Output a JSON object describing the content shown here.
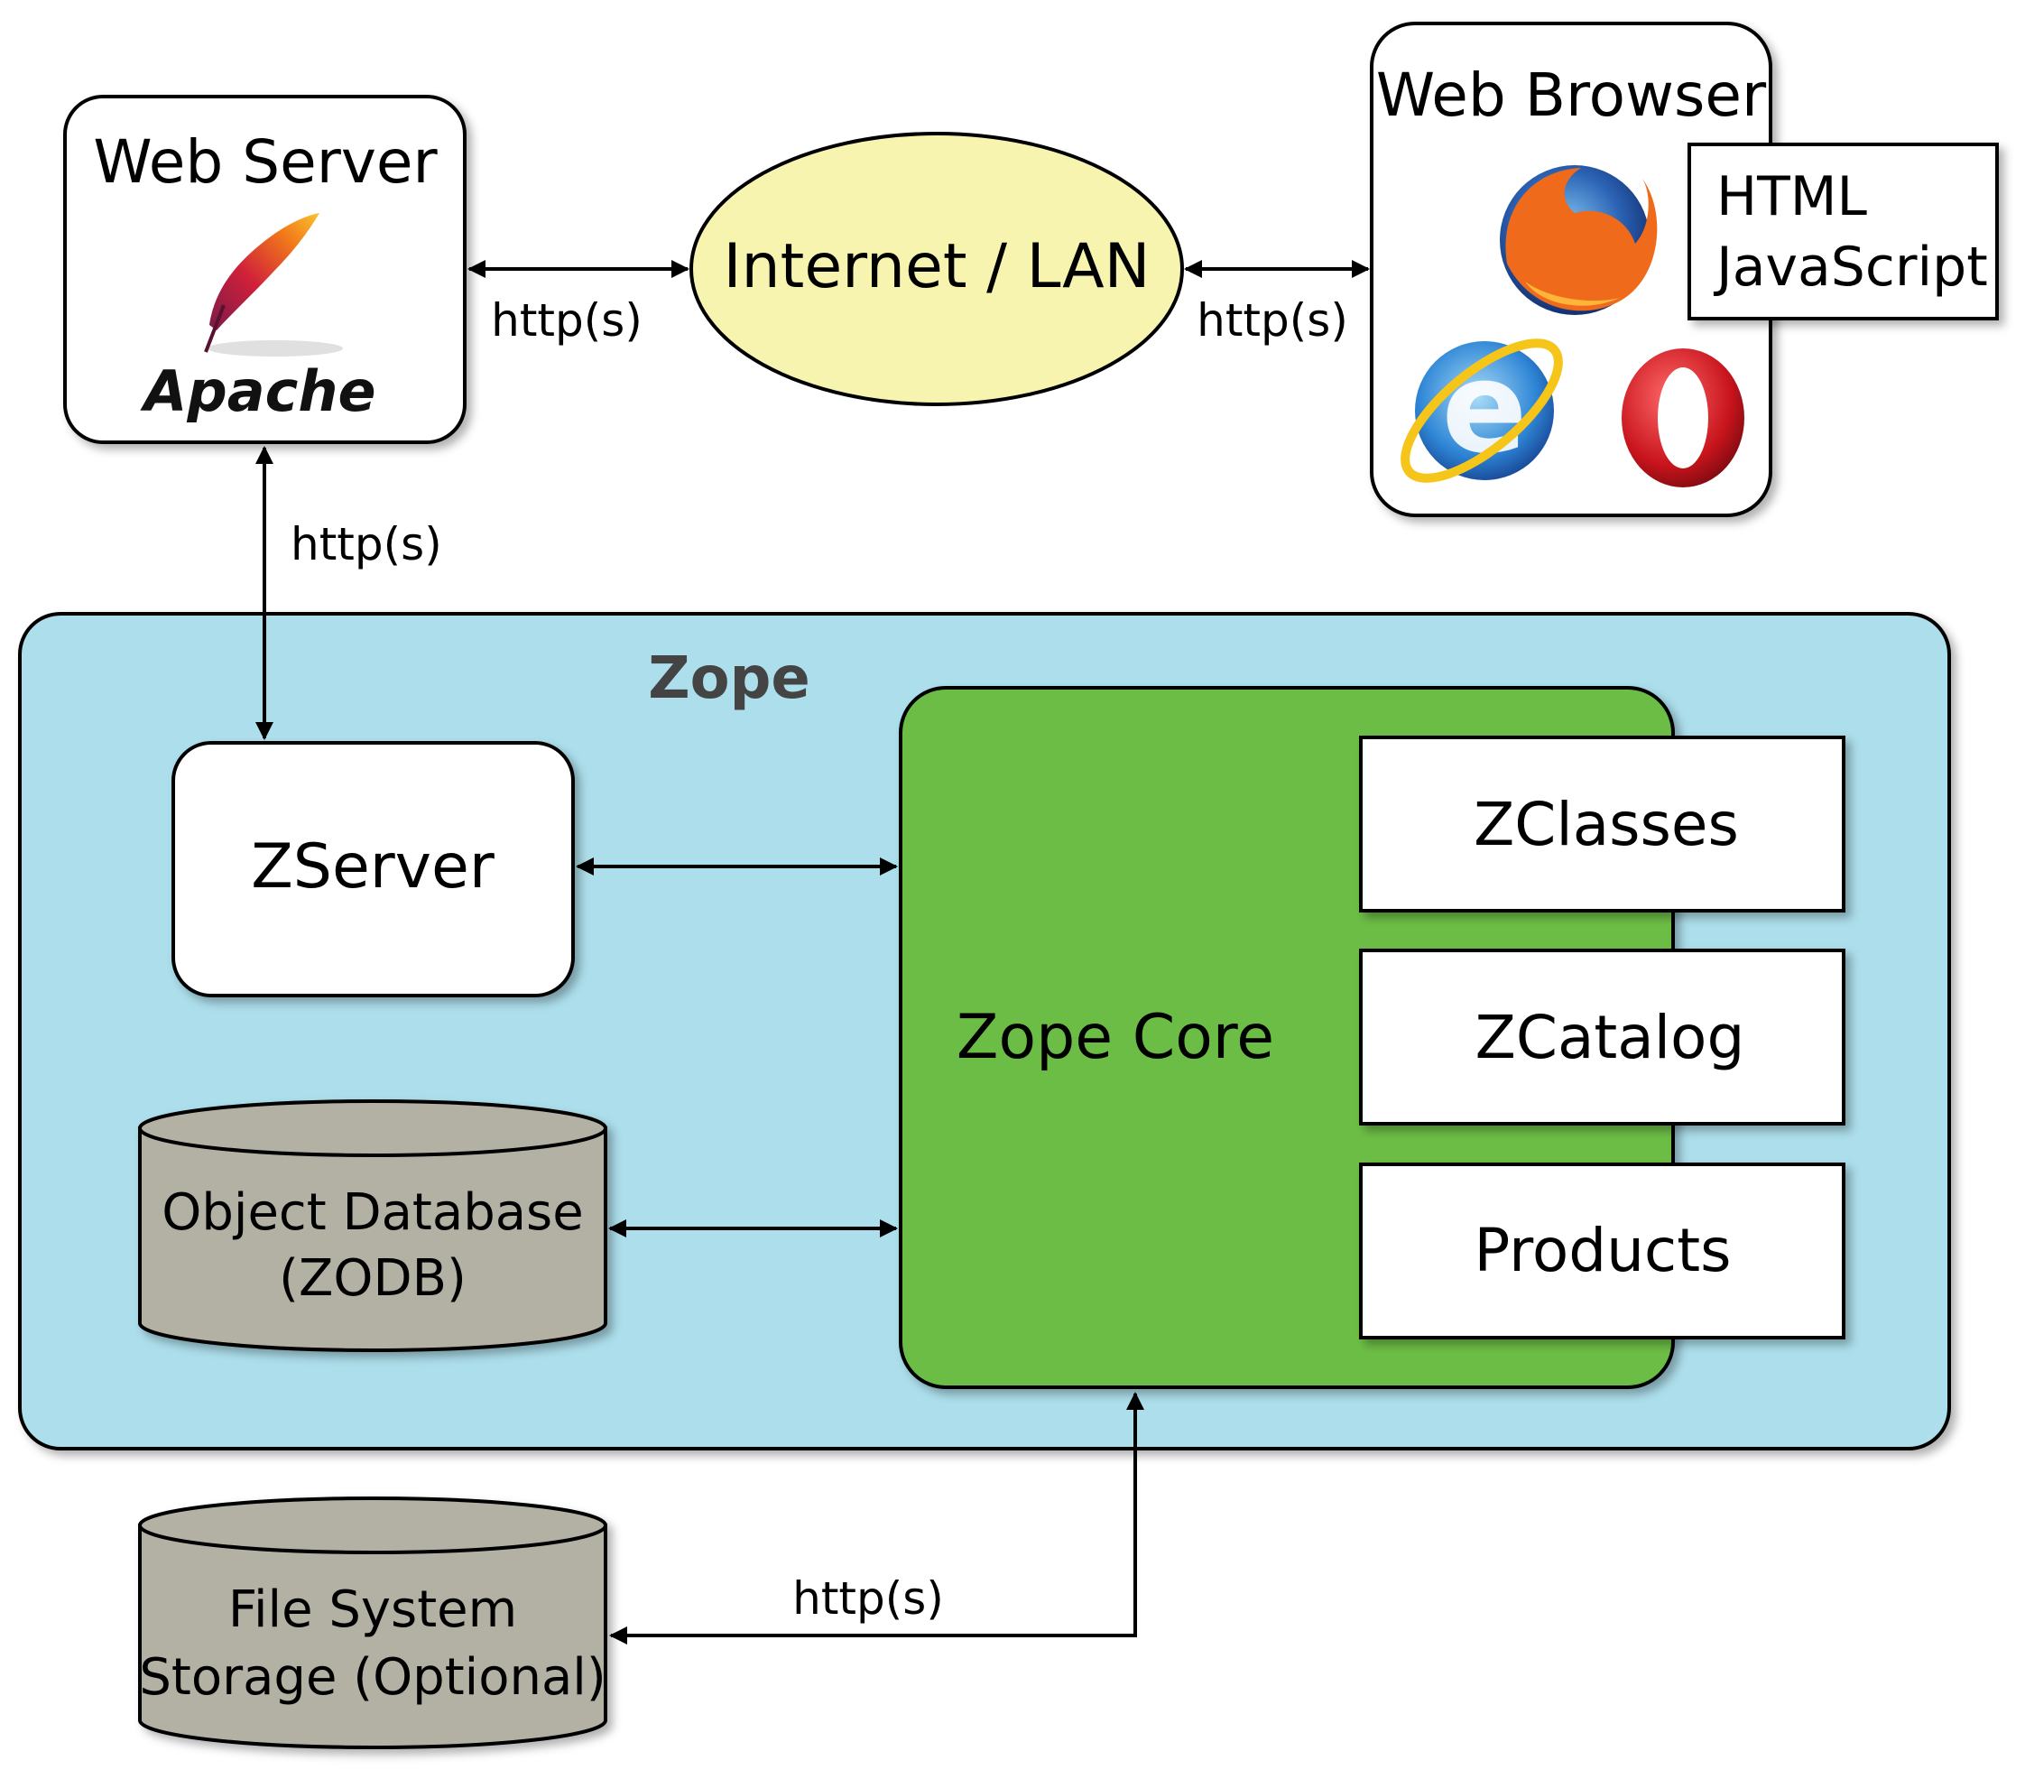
{
  "nodes": {
    "web_server": {
      "title": "Web Server",
      "logo_text": "Apache"
    },
    "internet": {
      "label": "Internet / LAN"
    },
    "web_browser": {
      "title": "Web Browser",
      "tech_line1": "HTML",
      "tech_line2": "JavaScript"
    },
    "zope": {
      "label": "Zope"
    },
    "zserver": {
      "label": "ZServer"
    },
    "zodb": {
      "line1": "Object Database",
      "line2": "(ZODB)"
    },
    "zope_core": {
      "label": "Zope Core"
    },
    "zclasses": {
      "label": "ZClasses"
    },
    "zcatalog": {
      "label": "ZCatalog"
    },
    "products": {
      "label": "Products"
    },
    "file_storage": {
      "line1": "File System",
      "line2": "Storage (Optional)"
    }
  },
  "edges": {
    "server_internet": "http(s)",
    "internet_browser": "http(s)",
    "server_zserver": "http(s)",
    "storage_core": "http(s)"
  },
  "colors": {
    "zope_container": "#acdeeb",
    "zope_core": "#6cbd45",
    "internet": "#f7f4b0",
    "database": "#b3b1a3",
    "zope_label": "#444444"
  }
}
